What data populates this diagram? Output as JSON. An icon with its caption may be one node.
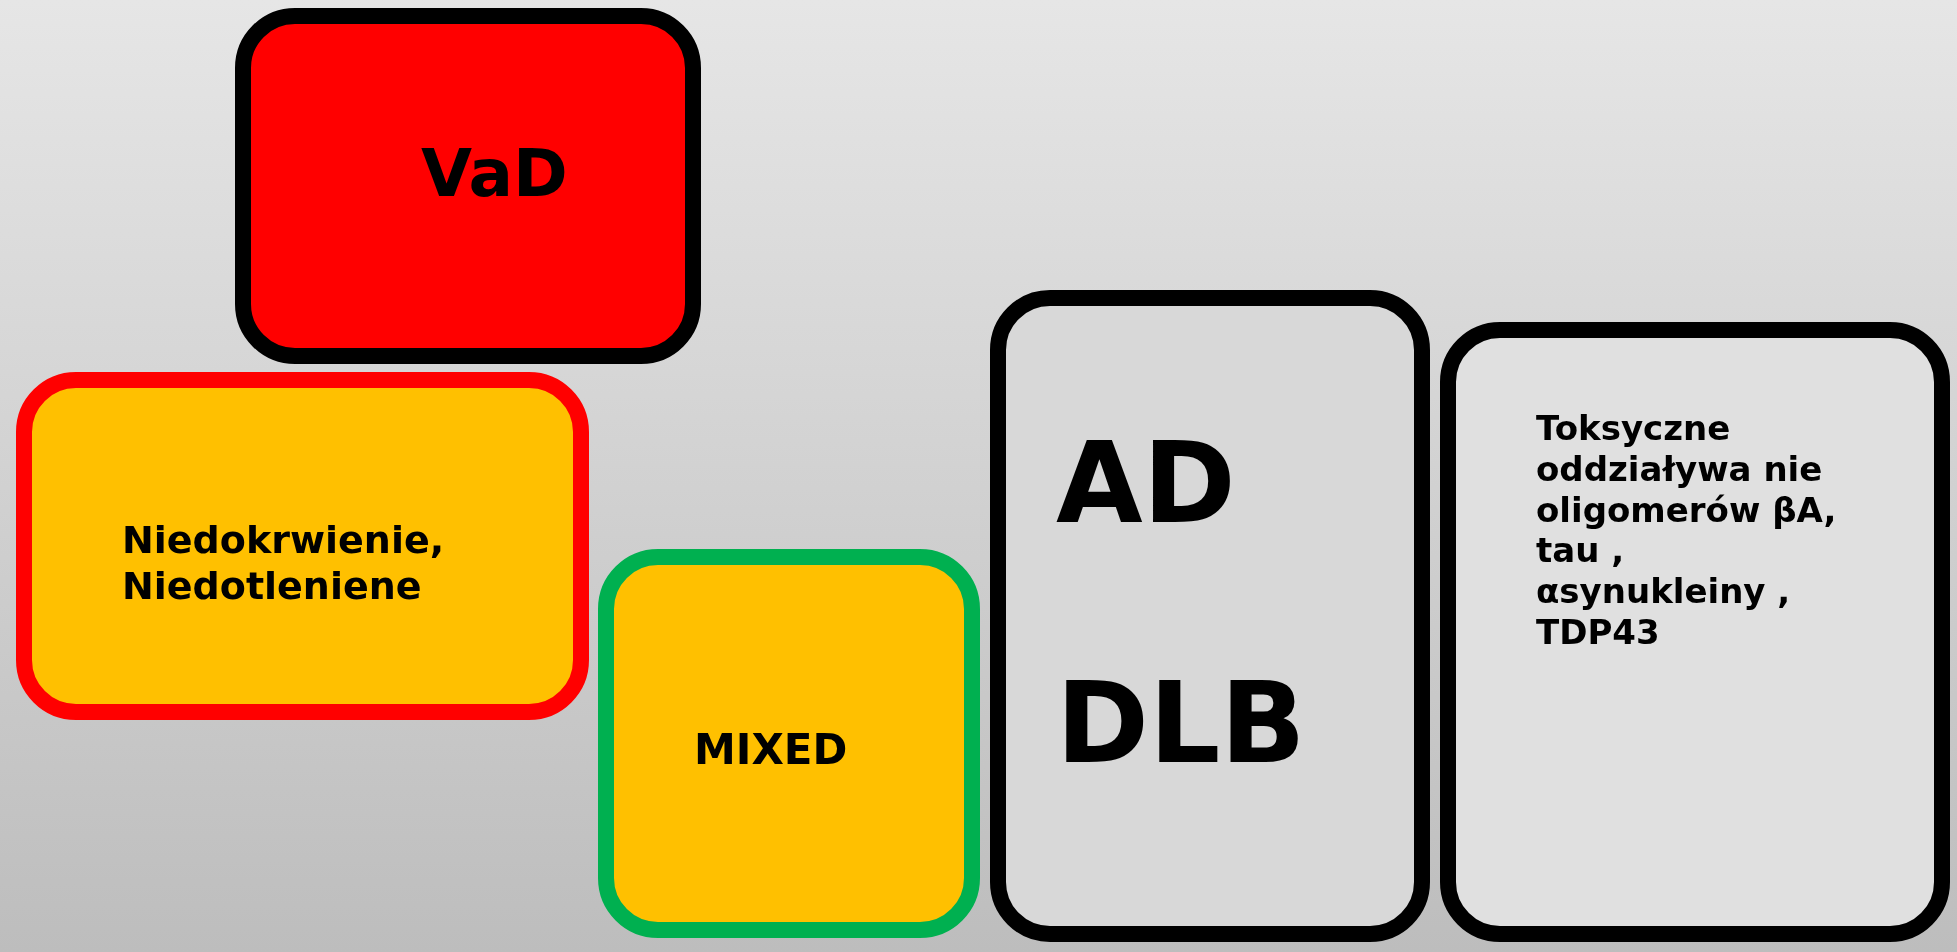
{
  "diagram": {
    "nodes": [
      {
        "text": [
          "VaD"
        ]
      },
      {
        "text": [
          "Niedokrwienie, Niedotleniene"
        ]
      },
      {
        "text": [
          "MIXED"
        ]
      },
      {
        "text": [
          "AD",
          "DLB"
        ]
      },
      {
        "text": [
          "Toksyczne oddziaływa nie oligomerów βA, tau , αsynukleiny , TDP43"
        ]
      }
    ]
  }
}
